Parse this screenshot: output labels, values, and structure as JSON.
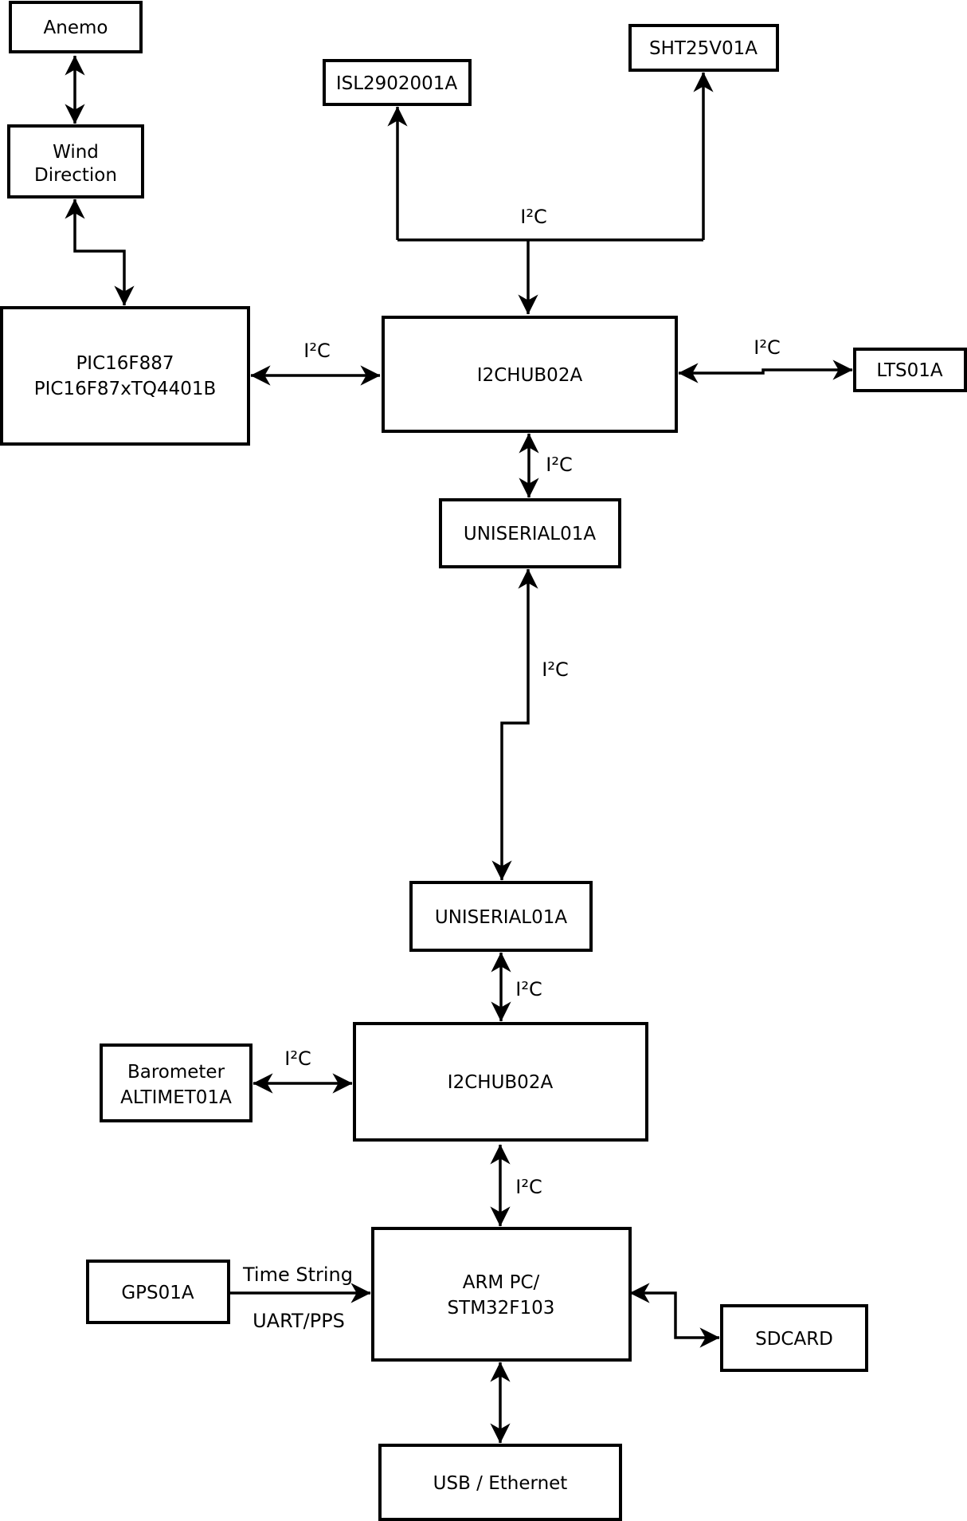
{
  "colors": {
    "background": "#ffffff",
    "box_fill": "#ffffff",
    "line": "#000000",
    "text": "#000000"
  },
  "nodes": {
    "anemo": {
      "label": "Anemo"
    },
    "wind_direction": {
      "line1": "Wind",
      "line2": "Direction"
    },
    "pic": {
      "line1": "PIC16F887",
      "line2": "PIC16F87xTQ4401B"
    },
    "isl": {
      "label": "ISL2902001A"
    },
    "sht": {
      "label": "SHT25V01A"
    },
    "hub1": {
      "label": "I2CHUB02A"
    },
    "lts": {
      "label": "LTS01A"
    },
    "uniserial1": {
      "label": "UNISERIAL01A"
    },
    "uniserial2": {
      "label": "UNISERIAL01A"
    },
    "hub2": {
      "label": "I2CHUB02A"
    },
    "barometer": {
      "line1": "Barometer",
      "line2": "ALTIMET01A"
    },
    "gps": {
      "label": "GPS01A"
    },
    "armpc": {
      "line1": "ARM PC/",
      "line2": "STM32F103"
    },
    "sdcard": {
      "label": "SDCARD"
    },
    "usb_ethernet": {
      "label": "USB / Ethernet"
    }
  },
  "edge_labels": {
    "bus_top": "I²C",
    "pic_hub1": "I²C",
    "hub1_lts": "I²C",
    "hub1_uniserial1": "I²C",
    "uniserial1_uniserial2": "I²C",
    "uniserial2_hub2": "I²C",
    "barometer_hub2": "I²C",
    "hub2_armpc": "I²C",
    "gps_armpc_top": "Time String",
    "gps_armpc_bottom": "UART/PPS"
  }
}
